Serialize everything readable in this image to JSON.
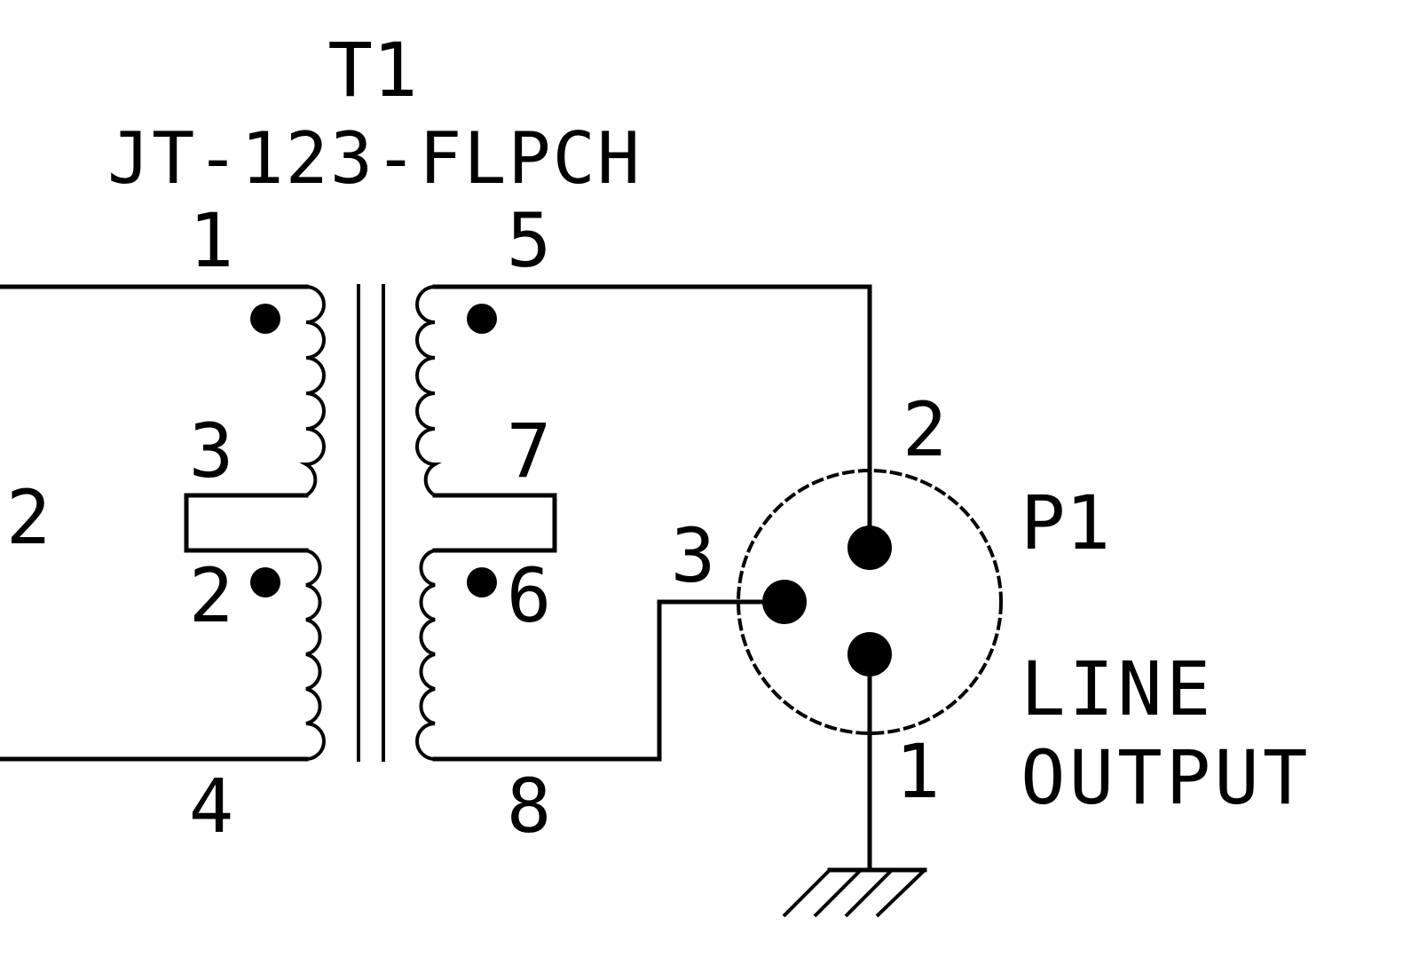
{
  "transformer": {
    "ref": "T1",
    "part": "JT-123-FLPCH",
    "primary_pins": {
      "top": "1",
      "center_upper": "3",
      "center_lower": "2",
      "bottom": "4"
    },
    "secondary_pins": {
      "top": "5",
      "center_upper": "7",
      "center_lower": "6",
      "bottom": "8"
    },
    "left_edge_label": "2"
  },
  "connector": {
    "ref": "P1",
    "description_line1": "LINE",
    "description_line2": "OUTPUT",
    "pins": {
      "top": "2",
      "left": "3",
      "bottom": "1"
    }
  },
  "colors": {
    "ink": "#000000",
    "background": "#ffffff"
  },
  "symbols": {
    "ground": "ground-icon",
    "polarity": "polarity-dot"
  }
}
